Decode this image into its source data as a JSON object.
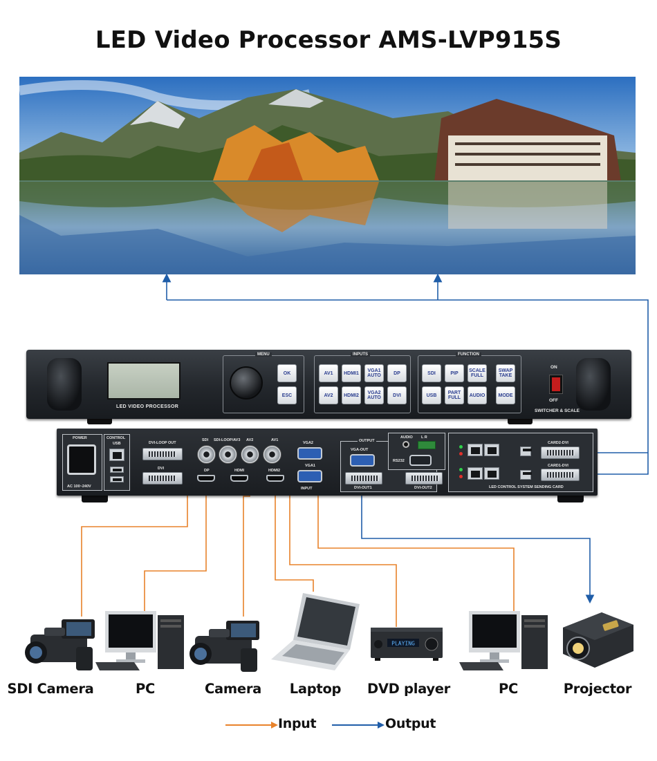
{
  "title": "LED Video Processor AMS-LVP915S",
  "front_panel": {
    "lcd_caption": "LED VIDEO PROCESSOR",
    "menu_label": "MENU",
    "inputs_label": "INPUTS",
    "function_label": "FUNCTION",
    "menu_buttons": [
      "OK",
      "ESC"
    ],
    "input_buttons": [
      "AV1",
      "HDMI1",
      "VGA1\nAUTO",
      "DP",
      "AV2",
      "HDMI2",
      "VGA2\nAUTO",
      "DVI"
    ],
    "function_buttons": [
      "SDI",
      "PIP",
      "SCALE\nFULL",
      "SWAP\nTAKE",
      "USB",
      "PART\nFULL",
      "AUDIO",
      "MODE"
    ],
    "switch_on": "ON",
    "switch_off": "OFF",
    "footer": "SWITCHER & SCALE"
  },
  "rear_panel": {
    "power_label": "POWER",
    "power_rating": "AC 100~240V",
    "control_label": "CONTROL",
    "usb_label": "USB",
    "dvi_loop_out": "DVI-LOOP OUT",
    "dvi": "DVI",
    "sdi": "SDI",
    "sdi_loop": "SDI-LOOP/AV3",
    "av2": "AV2",
    "av1": "AV1",
    "vga2": "VGA2",
    "vga1": "VGA1",
    "dp": "DP",
    "hdmi": "HDMI",
    "hdmi2": "HDMI2",
    "input_label": "INPUT",
    "output_label": "OUTPUT",
    "vga_out": "VGA-OUT",
    "dvi_out1": "DVI-OUT1",
    "dvi_out2": "DVI-OUT2",
    "audio": "AUDIO",
    "lr": "L  R",
    "rs232": "RS232",
    "card2": "CARD2-DVI",
    "card1": "CARD1-DVI",
    "card_caption": "LED CONTROL SYSTEM SENDING CARD"
  },
  "dvd_screen_text": "PLAYING",
  "devices": [
    {
      "label": "SDI Camera",
      "icon": "video-camera-icon"
    },
    {
      "label": "PC",
      "icon": "desktop-pc-icon"
    },
    {
      "label": "Camera",
      "icon": "video-camera-icon"
    },
    {
      "label": "Laptop",
      "icon": "laptop-icon"
    },
    {
      "label": "DVD player",
      "icon": "dvd-player-icon"
    },
    {
      "label": "PC",
      "icon": "desktop-pc-icon"
    },
    {
      "label": "Projector",
      "icon": "projector-icon"
    }
  ],
  "legend": {
    "input_label": "Input",
    "output_label": "Output",
    "input_color": "#e8822a",
    "output_color": "#1f5da8"
  }
}
